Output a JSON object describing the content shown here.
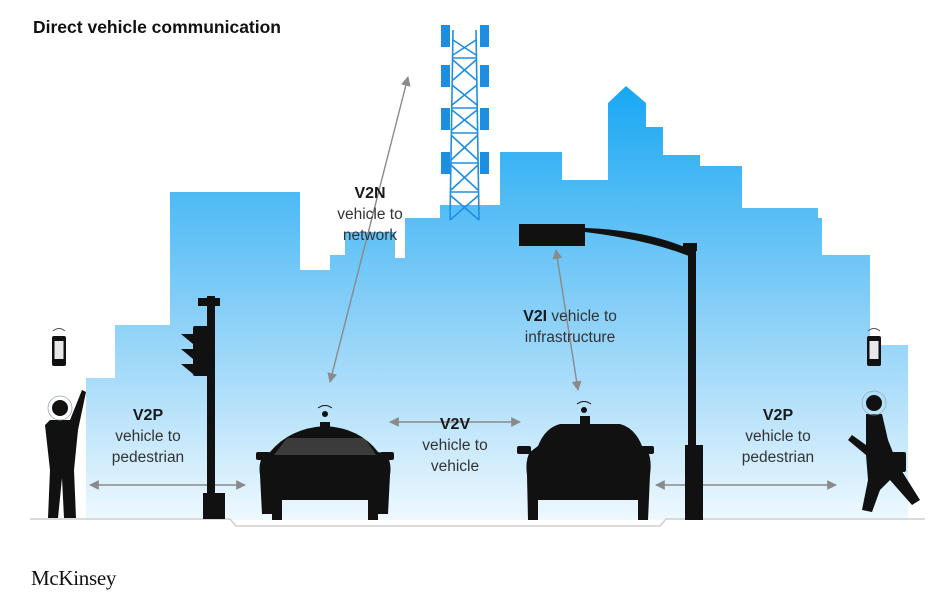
{
  "title": "Direct vehicle communication",
  "logo": "McKinsey",
  "colors": {
    "sky_top": "#1ea9f2",
    "sky_bottom": "#e6f4fd",
    "silhouette": "#111111",
    "arrow": "#8a8a8a"
  },
  "labels": {
    "v2n": {
      "code": "V2N",
      "line1": "vehicle to",
      "line2": "network"
    },
    "v2i": {
      "code": "V2I",
      "line1": "vehicle to",
      "line2": "infrastructure"
    },
    "v2v": {
      "code": "V2V",
      "line1": "vehicle to",
      "line2": "vehicle"
    },
    "v2p_left": {
      "code": "V2P",
      "line1": "vehicle to",
      "line2": "pedestrian"
    },
    "v2p_right": {
      "code": "V2P",
      "line1": "vehicle to",
      "line2": "pedestrian"
    }
  },
  "icons": [
    "cell-tower-icon",
    "streetlight-icon",
    "traffic-light-icon",
    "car-icon",
    "smartphone-icon",
    "pedestrian-icon"
  ]
}
